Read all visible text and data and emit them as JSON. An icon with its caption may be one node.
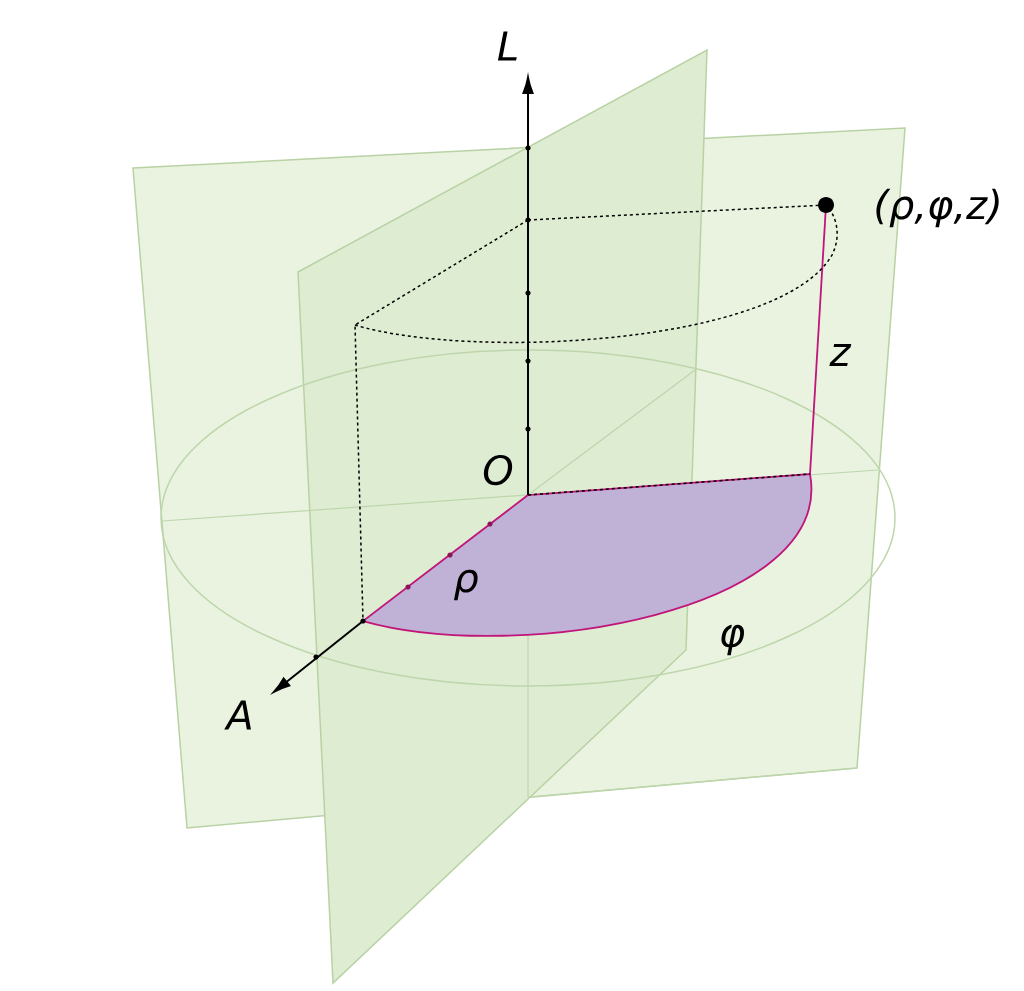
{
  "diagram": {
    "labels": [
      "L",
      "(ρ,φ,z)",
      "z",
      "O",
      "ρ",
      "φ",
      "A"
    ]
  }
}
